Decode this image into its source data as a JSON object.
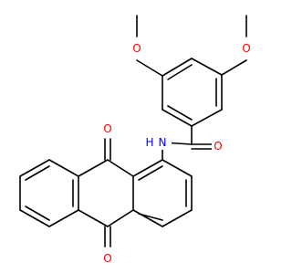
{
  "molecule": {
    "atom_labels": {
      "methoxy_o_left": "O",
      "methoxy_o_right": "O",
      "amide_o": "O",
      "amide_n": "N",
      "amide_h": "H",
      "quinone_o_top": "O",
      "quinone_o_bottom": "O"
    },
    "colors": {
      "bond": "#000000",
      "oxygen": "#ff0000",
      "nitrogen": "#0000ff",
      "hydrogen": "#0000ff"
    }
  }
}
